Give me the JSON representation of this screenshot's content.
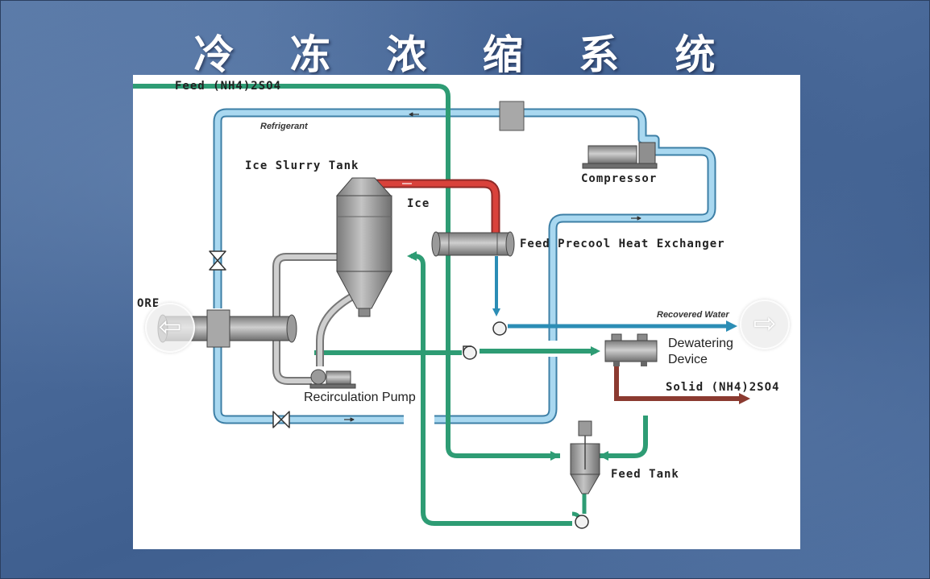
{
  "slide": {
    "title": "冷 冻 浓 缩 系 统"
  },
  "diagram": {
    "labels": {
      "feed_in": "Feed (NH4)2SO4",
      "refrigerant": "Refrigerant",
      "ice_slurry_tank": "Ice Slurry Tank",
      "compressor": "Compressor",
      "ice": "Ice",
      "feed_precool": "Feed Precool Heat Exchanger",
      "ore": "ORE",
      "recovered_water": "Recovered Water",
      "dewatering_device": "Dewatering\nDevice",
      "solid_out": "Solid (NH4)2SO4",
      "recirculation_pump": "Recirculation Pump",
      "feed_tank": "Feed Tank"
    },
    "colors": {
      "refrigerant_pipe": "#9fd0ec",
      "feed_pipe": "#2e9c74",
      "ice_pipe": "#d53a34",
      "water_pipe": "#2b8db5",
      "solid_pipe": "#8b3a30",
      "equipment": "#9a9a9a"
    }
  },
  "nav": {
    "prev_icon": "arrow-left-icon",
    "next_icon": "arrow-right-icon",
    "prev_glyph": "⇦",
    "next_glyph": "⇨"
  }
}
